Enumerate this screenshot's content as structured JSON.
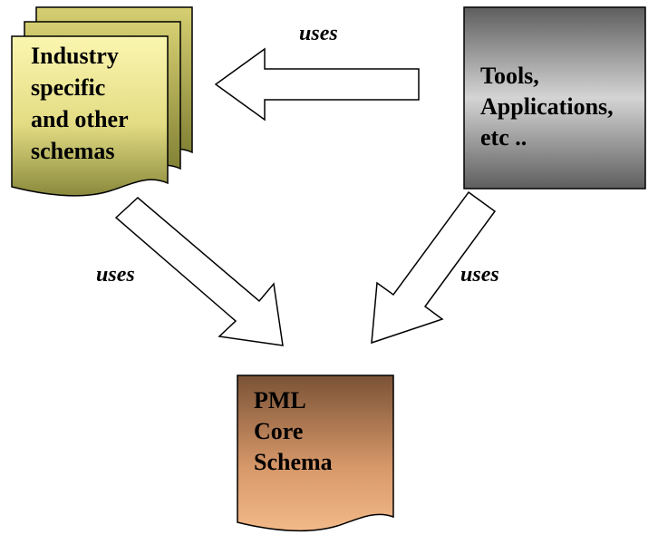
{
  "industry_schemas": {
    "lines": [
      "Industry",
      "specific",
      "and other",
      "schemas"
    ]
  },
  "tools": {
    "lines": [
      "Tools,",
      "Applications,",
      "etc .."
    ]
  },
  "pml_core": {
    "lines": [
      "PML",
      "Core",
      "Schema"
    ]
  },
  "arrows": {
    "top_label": "uses",
    "left_label": "uses",
    "right_label": "uses"
  },
  "colors": {
    "industry_fill_top": "#fbf6b0",
    "industry_fill_bottom": "#8a8a3c",
    "tools_fill_top": "#6a6a6a",
    "tools_fill_mid": "#d0d0d0",
    "pml_fill_top": "#7a5236",
    "pml_fill_bottom": "#f2b988"
  }
}
